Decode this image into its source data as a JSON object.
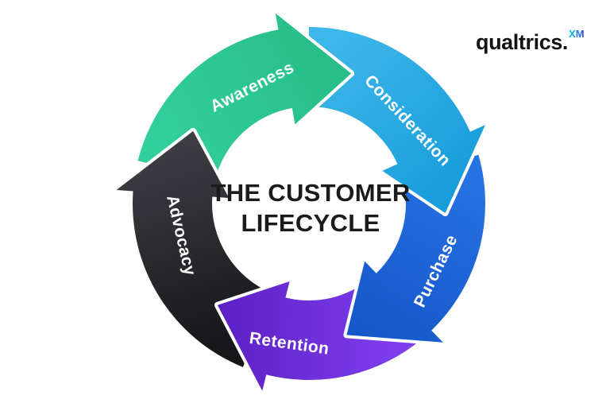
{
  "page": {
    "background": "#ffffff",
    "outline_color": "#ffffff"
  },
  "logo": {
    "text": "qualtrics.",
    "superscript": "XM",
    "text_color": "#131313",
    "xm_gradient_start": "#00b5ea",
    "xm_gradient_end": "#2b4fd8"
  },
  "title": {
    "line1": "THE CUSTOMER",
    "line2": "LIFECYCLE",
    "color": "#1b1b1b"
  },
  "chart_data": {
    "type": "cycle-diagram",
    "title": "The Customer Lifecycle",
    "flow": "clockwise",
    "label_color": "#ffffff",
    "stages": [
      {
        "label": "Awareness",
        "color_tail": "#31cf9b",
        "color_head": "#27bc88"
      },
      {
        "label": "Consideration",
        "color_tail": "#3db6e9",
        "color_head": "#159cda"
      },
      {
        "label": "Purchase",
        "color_tail": "#2671e3",
        "color_head": "#1456c8"
      },
      {
        "label": "Retention",
        "color_tail": "#7e3ded",
        "color_head": "#5c20c5"
      },
      {
        "label": "Advocacy",
        "color_tail": "#17171a",
        "color_head": "#3e3e45"
      }
    ]
  }
}
